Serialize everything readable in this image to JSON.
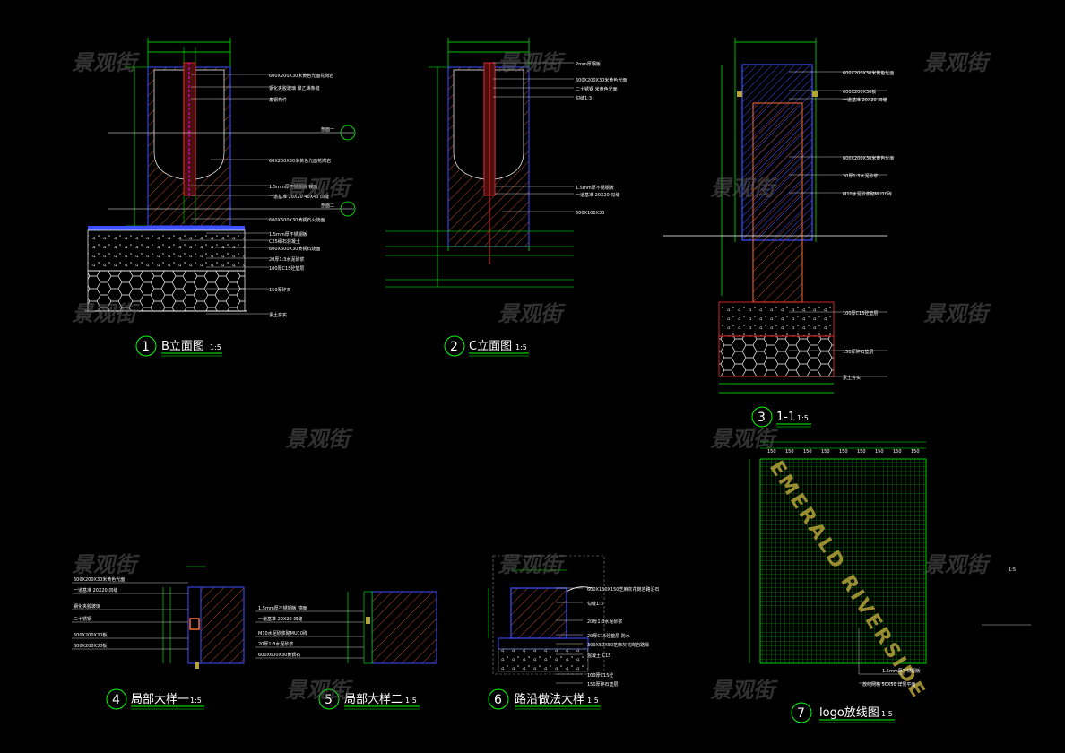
{
  "watermark": "景观街",
  "colors": {
    "background": "#000000",
    "line_green": "#00ff00",
    "line_white": "#ffffff",
    "line_blue": "#3b4fff",
    "line_red": "#ff3030",
    "line_magenta": "#ff00ff",
    "hatch_brown": "#b04a2a",
    "logo_gold": "#b5a33a",
    "watermark": "#5a5a5a"
  },
  "drawings": [
    {
      "num": "1",
      "title": "B立面图",
      "scale": "1:5"
    },
    {
      "num": "2",
      "title": "C立面图",
      "scale": "1:5"
    },
    {
      "num": "3",
      "title": "1-1",
      "scale": "1:5"
    },
    {
      "num": "4",
      "title": "局部大样一",
      "scale": "1:5"
    },
    {
      "num": "5",
      "title": "局部大样二",
      "scale": "1:5"
    },
    {
      "num": "6",
      "title": "路沿做法大样",
      "scale": "1:5"
    },
    {
      "num": "7",
      "title": "logo放线图",
      "scale": "1:5"
    }
  ],
  "logo_text": "EMERALD RIVERSIDE",
  "grid_dims": [
    "150",
    "150",
    "150",
    "150",
    "150",
    "150",
    "150",
    "150",
    "150"
  ],
  "side_note": "1:5",
  "callouts": {
    "d1": [
      "600X200X30米黄色光面花岗岩",
      "钢化夹胶玻璃 聚乙烯条缝",
      "角钢构件",
      "剖面一",
      "60X200X30米黄色光面花岗岩",
      "1.5mm厚不锈钢板 镜面",
      "一道基准 20X20 40X40 凹缝",
      "剖面二",
      "600X600X30黄锈石火烧面",
      "1.5mm厚不锈钢板",
      "C25细石混凝土",
      "600X600X30黄锈石烧面",
      "20厚1:3水泥砂浆",
      "100厚C15砼垫层",
      "150厚碎石",
      "素土夯实"
    ],
    "d2": [
      "2mm厚钢板",
      "600X200X30米黄色光面",
      "二十锈钢 米黄色光面",
      "勾缝1:3",
      "1.5mm厚不锈钢板",
      "一道基准 20X20 勾缝",
      "600X100X30"
    ],
    "d3": [
      "600X200X30米黄色光面",
      "600X200X30板",
      "一道基准 20X20 凹缝",
      "600X200X30米黄色光面",
      "20厚1:3水泥砂浆",
      "M10水泥砂浆砌MU10砖",
      "100厚C15砼垫层",
      "150厚碎石垫层",
      "素土夯实"
    ],
    "d4": [
      "600X200X30米黄色光面",
      "一道基准 20X20 凹缝",
      "钢化夹胶玻璃",
      "二十锈钢",
      "600X200X30板",
      "600X200X30板"
    ],
    "d5": [
      "1.5mm厚不锈钢板 镜面",
      "一道基准 20X20 凹缝",
      "M10水泥砂浆砌MU10砖",
      "20厚1:3水泥砂浆",
      "600X600X30黄锈石"
    ],
    "d6": [
      "600X150X150芝麻灰花岗岩路沿石",
      "勾缝1:3",
      "20厚1:3水泥砂浆",
      "20厚C15砼垫层 防水",
      "300X50X50芝麻灰花岗岩路缘",
      "混凝土 C15",
      "100厚C15砼",
      "150厚碎石垫层"
    ],
    "d7": [
      "1.5mm厚不锈钢板",
      "放线网格 50X50 详见平面"
    ]
  }
}
